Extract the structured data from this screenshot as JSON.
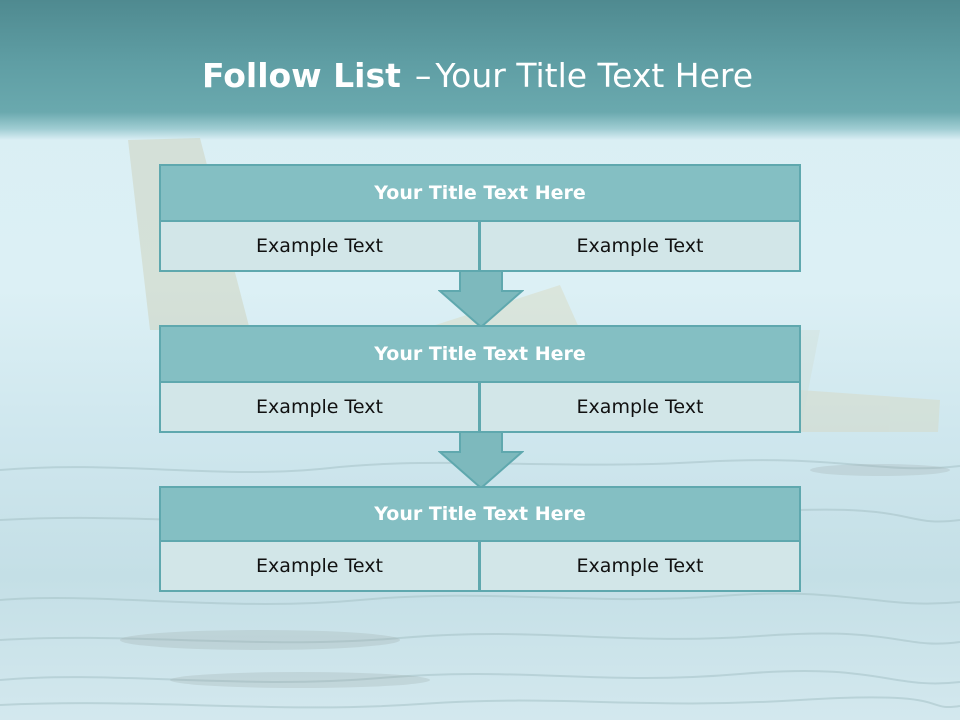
{
  "slide": {
    "title_main": "Follow List",
    "title_dash": "–",
    "title_sub": "Your Title Text Here"
  },
  "steps": [
    {
      "title": "Your Title Text Here",
      "left": "Example Text",
      "right": "Example Text"
    },
    {
      "title": "Your Title Text Here",
      "left": "Example Text",
      "right": "Example Text"
    },
    {
      "title": "Your Title Text Here",
      "left": "Example Text",
      "right": "Example Text"
    }
  ],
  "colors": {
    "header": "#5f9ea4",
    "box_title": "#84bfc3",
    "box_cell": "#d2e6e8",
    "border": "#5fa8ae",
    "arrow": "#7db9bd"
  }
}
